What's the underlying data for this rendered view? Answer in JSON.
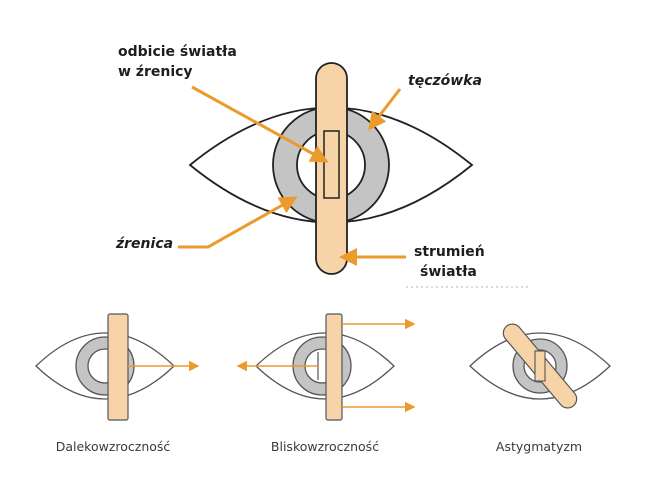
{
  "colors": {
    "arrow": "#eb9a2c",
    "beam_fill": "#f7d4a8",
    "iris_fill": "#c4c4c4",
    "stroke": "#222222"
  },
  "labels": {
    "reflection_line1": "odbicie światła",
    "reflection_line2": "w źrenicy",
    "iris": "tęczówka",
    "pupil": "źrenica",
    "beam_line1": "strumień",
    "beam_line2": "światła"
  },
  "captions": {
    "farsighted": "Dalekowzroczność",
    "nearsighted": "Bliskowzroczność",
    "astigmatism": "Astygmatyzm"
  }
}
